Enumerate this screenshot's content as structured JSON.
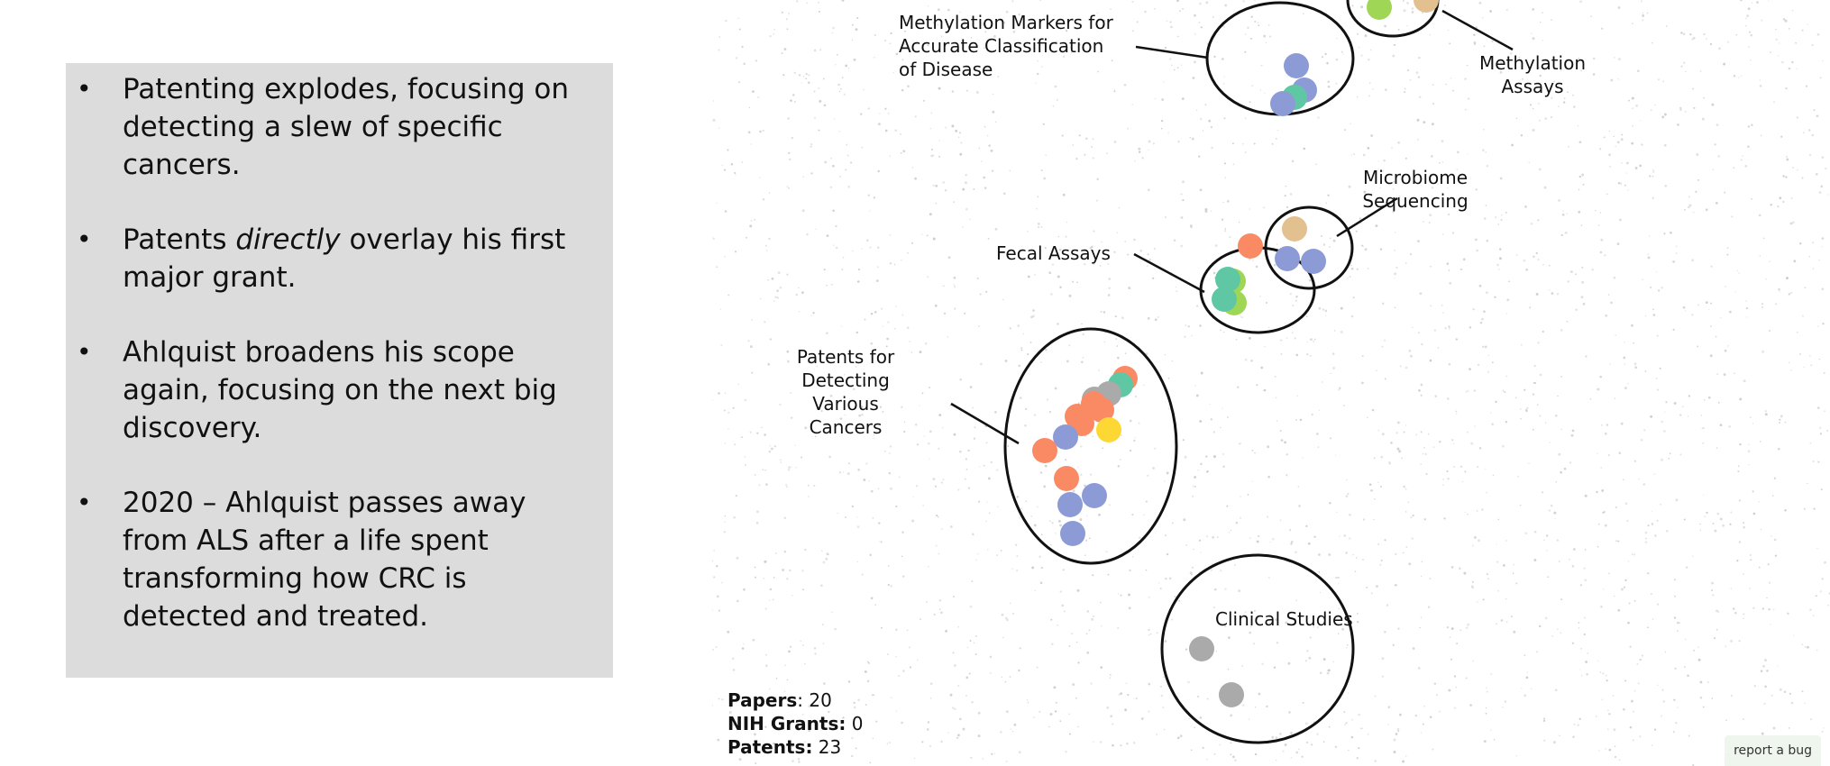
{
  "bullets": [
    {
      "pre": "Patenting explodes, focusing on detecting a slew of specific cancers.",
      "em": "",
      "post": ""
    },
    {
      "pre": "Patents ",
      "em": "directly",
      "post": " overlay his first major grant."
    },
    {
      "pre": "Ahlquist broadens his scope again, focusing on the next big discovery.",
      "em": "",
      "post": ""
    },
    {
      "pre": "2020 – Ahlquist passes away from ALS after a life spent transforming how CRC is detected and treated.",
      "em": "",
      "post": ""
    }
  ],
  "map_labels": {
    "methylation_markers": "Methylation Markers for\nAccurate Classification\nof Disease",
    "methylation_assays": "Methylation\nAssays",
    "microbiome": "Microbiome\nSequencing",
    "fecal": "Fecal Assays",
    "cancers": "Patents for\nDetecting\nVarious\nCancers",
    "clinical": "Clinical Studies"
  },
  "stats": {
    "papers_label": "Papers",
    "papers_value": ": 20",
    "grants_label": "NIH Grants:",
    "grants_value": " 0",
    "patents_label": "Patents:",
    "patents_value": " 23"
  },
  "report_bug": "report a bug",
  "colors": {
    "orange": "#f98a64",
    "blue": "#8c9bd6",
    "teal": "#5fc7a4",
    "green": "#9fd656",
    "tan": "#e3c08f",
    "gray": "#aaaaaa",
    "yellow": "#fdd835"
  }
}
